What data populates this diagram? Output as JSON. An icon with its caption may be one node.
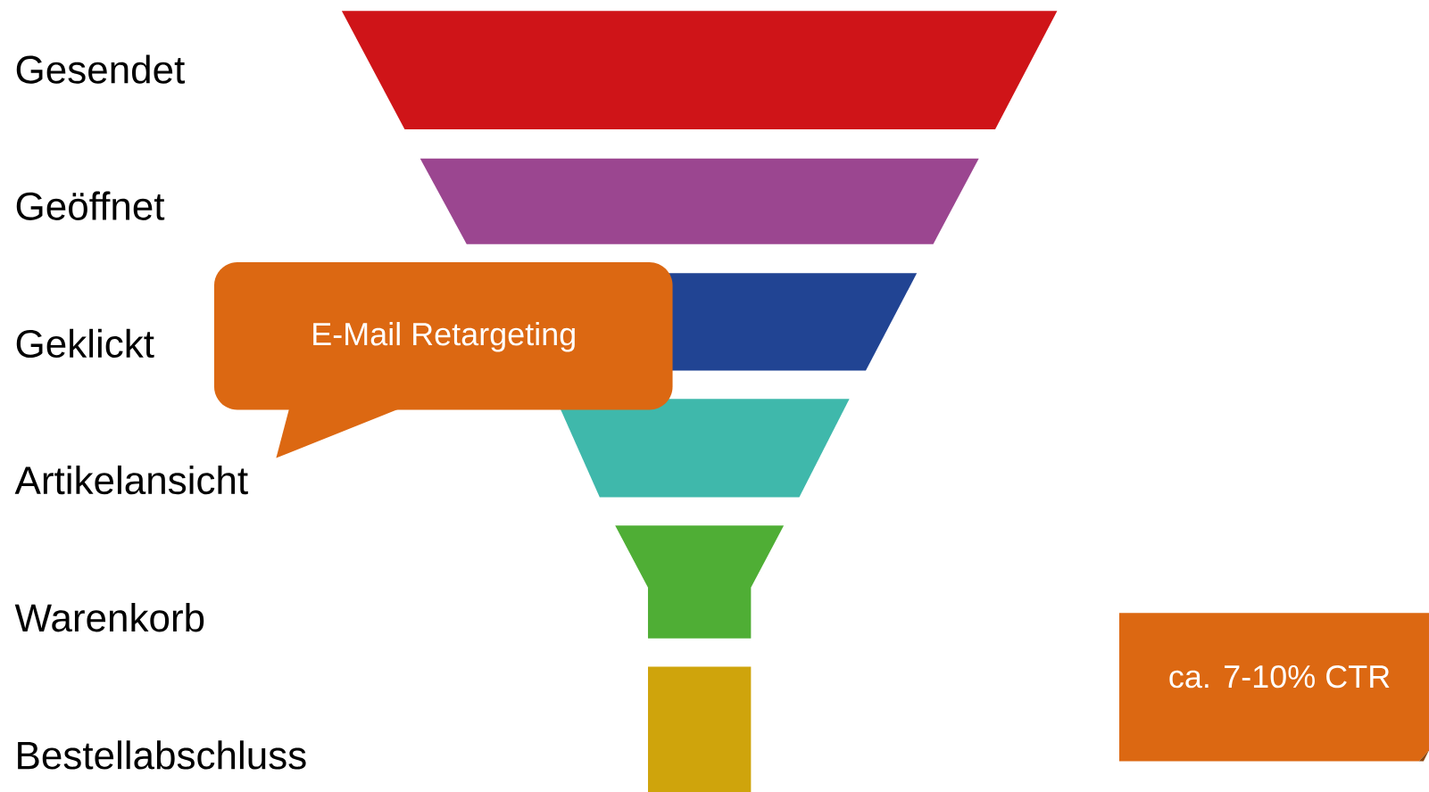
{
  "diagram": {
    "nodes": [
      {
        "text": [],
        "shape": "trapezoid"
      },
      {
        "text": [],
        "shape": "trapezoid"
      },
      {
        "text": [],
        "shape": "trapezoid"
      },
      {
        "text": [],
        "shape": "trapezoid"
      },
      {
        "text": [],
        "shape": "funnel"
      },
      {
        "text": [],
        "shape": "bar"
      },
      {
        "text": [
          "E-Mail Retargeting"
        ]
      },
      {
        "text": [
          "ca. 7-10% CTR"
        ]
      }
    ],
    "labels": [
      "Gesendet",
      "Geöffnet",
      "Geklickt",
      "Artikelansicht",
      "Warenkorb",
      "Bestellabschluss"
    ]
  }
}
